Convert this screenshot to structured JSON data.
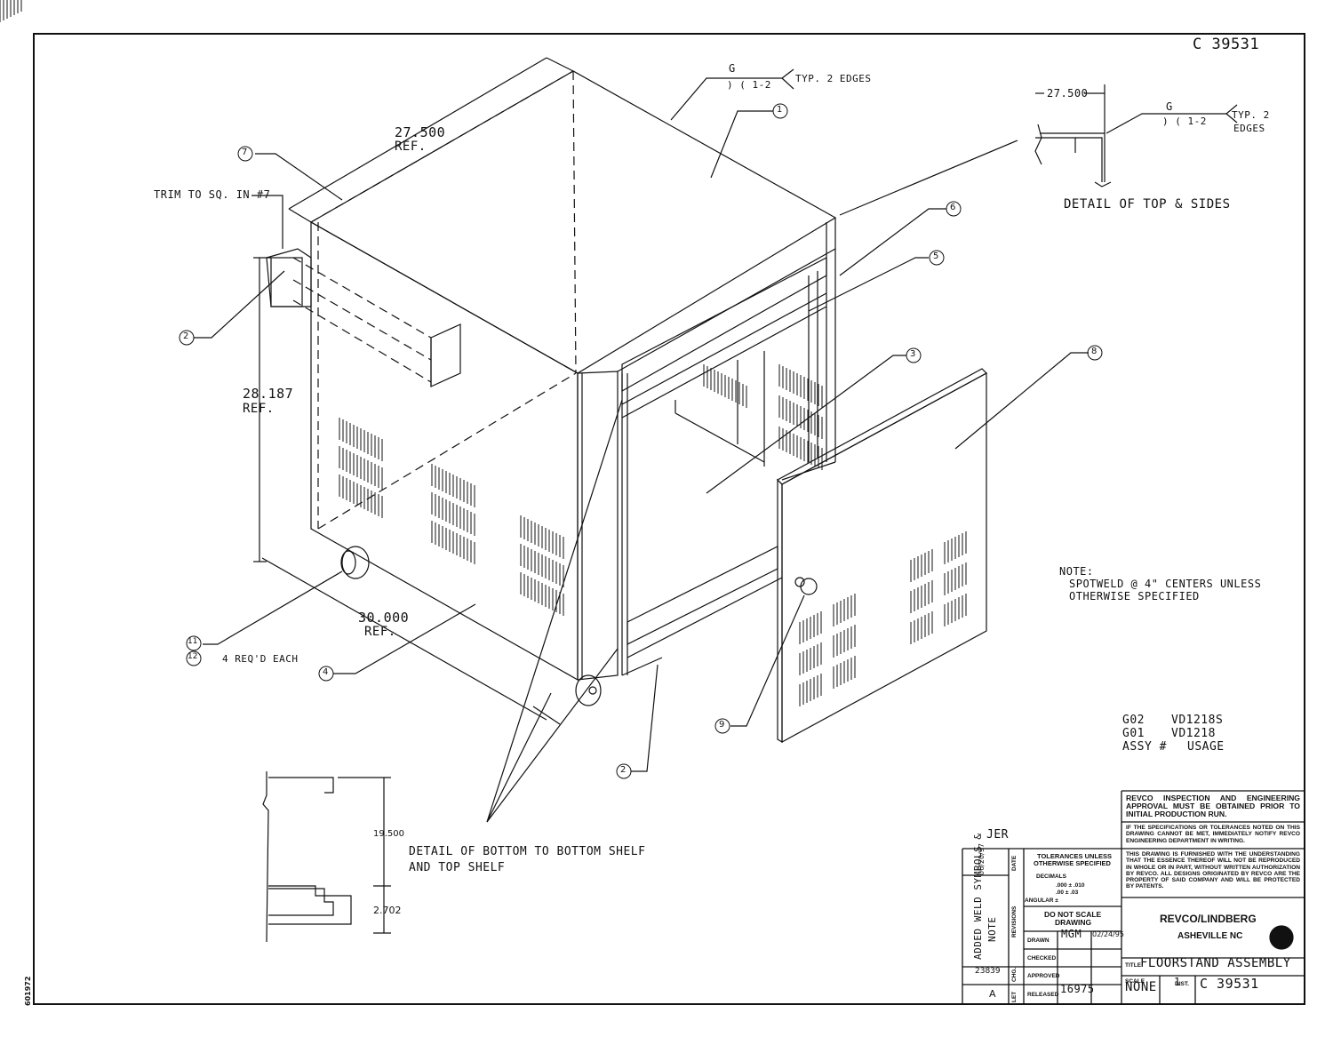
{
  "drawing_number_top": "C 39531",
  "detail_labels": {
    "top_sides": "DETAIL OF TOP & SIDES",
    "bottom_shelf_line1": "DETAIL OF BOTTOM TO BOTTOM SHELF",
    "bottom_shelf_line2": "AND TOP SHELF"
  },
  "dimensions": {
    "depth": "27.500",
    "depth_ref": "REF.",
    "height": "28.187",
    "height_ref": "REF.",
    "width": "30.000",
    "width_ref": "REF.",
    "detail_width": "27.500",
    "shelf_gap": "19.500",
    "shelf_bottom": "2.702"
  },
  "weld_symbol": {
    "letter": "G",
    "spec": ") (  1-2",
    "note": "TYP. 2 EDGES",
    "note_line1": "TYP. 2",
    "note_line2": "EDGES"
  },
  "callouts": [
    "1",
    "2",
    "3",
    "4",
    "5",
    "6",
    "7",
    "8",
    "9",
    "11",
    "12"
  ],
  "callout_notes": {
    "trim": "TRIM TO SQ. IN #7",
    "casters": "4 REQ'D EACH"
  },
  "note": {
    "title": "NOTE:",
    "line1": "SPOTWELD @ 4\" CENTERS UNLESS",
    "line2": "OTHERWISE SPECIFIED"
  },
  "usage_table": {
    "rows": [
      {
        "assy": "G02",
        "usage": "VD1218S"
      },
      {
        "assy": "G01",
        "usage": "VD1218"
      }
    ],
    "header_assy": "ASSY #",
    "header_usage": "USAGE"
  },
  "title_block": {
    "approval_notice": "REVCO INSPECTION AND ENGINEERING APPROVAL MUST BE OBTAINED PRIOR TO INITIAL PRODUCTION RUN.",
    "spec_notice": "IF THE SPECIFICATIONS OR TOLERANCES NOTED ON THIS DRAWING CANNOT BE MET, IMMEDIATELY NOTIFY REVCO ENGINEERING DEPARTMENT IN WRITING.",
    "proprietary_notice": "THIS DRAWING IS FURNISHED WITH THE UNDERSTANDING THAT THE ESSENCE THEREOF WILL NOT BE REPRODUCED IN WHOLE OR IN PART, WITHOUT WRITTEN AUTHORIZATION BY REVCO. ALL DESIGNS ORIGINATED BY REVCO ARE THE PROPERTY OF SAID COMPANY AND WILL BE PROTECTED BY PATENTS.",
    "tolerances_title1": "TOLERANCES UNLESS",
    "tolerances_title2": "OTHERWISE SPECIFIED",
    "decimals_label": "DECIMALS",
    "decimal3": ".000 ± .010",
    "decimal2": ".00  ± .03",
    "angular_label": "ANGULAR  ±",
    "do_not_scale1": "DO NOT SCALE",
    "do_not_scale2": "DRAWING",
    "drawn_label": "DRAWN",
    "drawn_by": "MGM",
    "drawn_date": "02/24/95",
    "checked_label": "CHECKED",
    "approved_label": "APPROVED",
    "released_label": "RELEASED",
    "released_value": "16975",
    "company": "REVCO/LINDBERG",
    "location": "ASHEVILLE NC",
    "title_label": "TITLE",
    "title": "FLOORSTAND ASSEMBLY",
    "scale_label": "SCALE",
    "scale": "NONE",
    "sheet": "1",
    "dist_label": "DIST.",
    "drawing_number": "C 39531",
    "revisions_label": "REVISIONS",
    "date_label": "DATE",
    "chg_label": "CHG.",
    "let_label": "LET",
    "revision_initials": "JER",
    "revision_date": "06/20/97",
    "revision_desc1": "ADDED WELD SYMBOLS &",
    "revision_desc2": "NOTE",
    "revision_chg": "23839",
    "revision_letter": "A"
  },
  "margin_code": "601972"
}
